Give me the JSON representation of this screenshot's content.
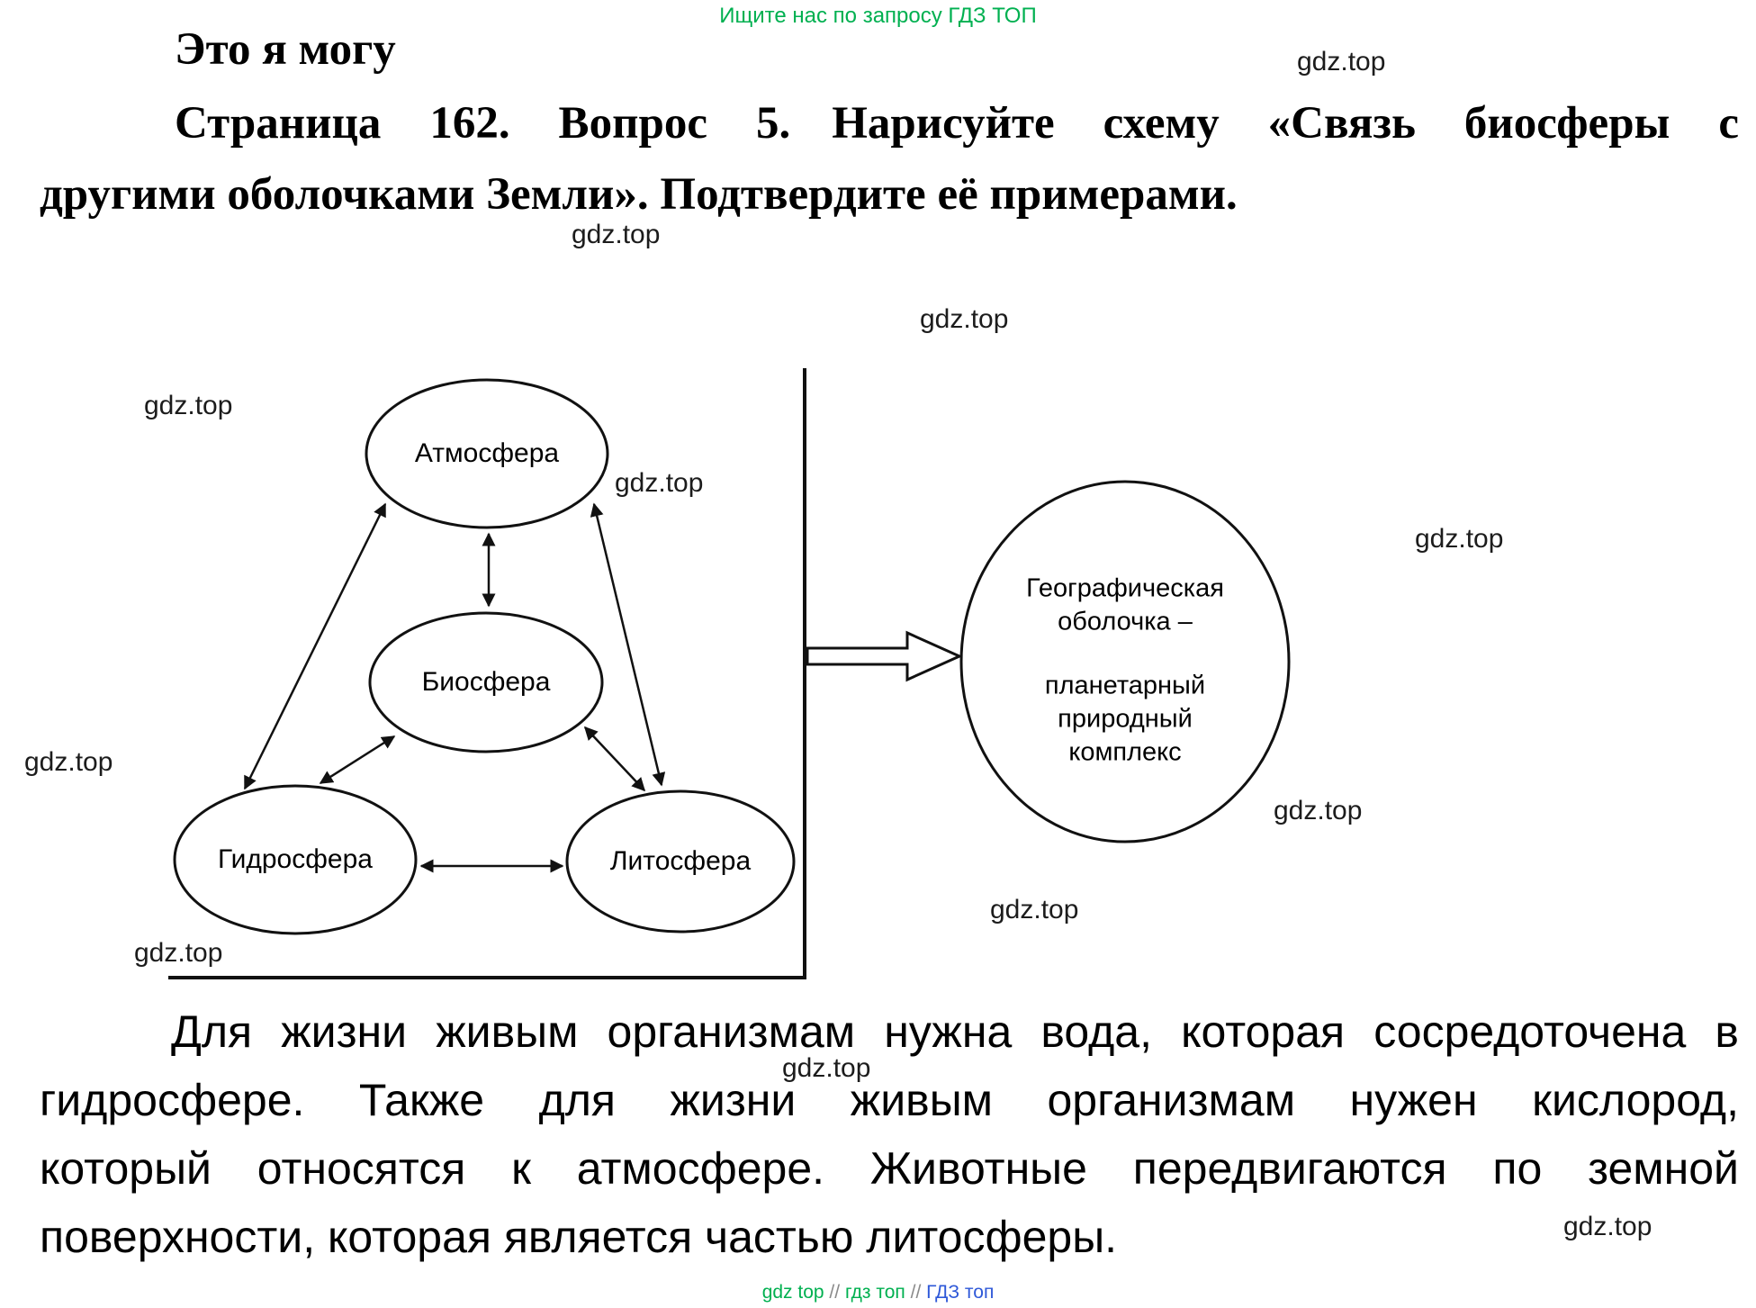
{
  "watermark": "gdz.top",
  "banner": "Ищите нас по запросу ГДЗ ТОП",
  "heading": "Это я могу",
  "question": {
    "ref": "Страница 162. Вопрос 5.",
    "task_line1": "Нарисуйте схему «Связь биосферы с",
    "line2": "другими оболочками Земли». Подтвердите её примерами."
  },
  "diagram": {
    "nodes": {
      "atmosphere": "Атмосфера",
      "biosphere": "Биосфера",
      "hydrosphere": "Гидросфера",
      "lithosphere": "Литосфера"
    },
    "result": {
      "line1": "Географическая оболочка –",
      "line2": "планетарный природный комплекс"
    }
  },
  "answer": {
    "line1": "Для жизни живым организмам нужна вода, которая сосредоточена в",
    "line2": "гидросфере. Также для жизни живым организмам нужен кислород,",
    "line3": "который относятся к атмосфере. Животные передвигаются по земной",
    "line4": "поверхности, которая является частью литосферы."
  },
  "footer": {
    "link1": "gdz top",
    "sep1": "//",
    "link2": "гдз топ",
    "sep2": "//",
    "link3": "ГДЗ топ"
  },
  "colors": {
    "accent_green": "#00b050",
    "footer_blue": "#2e58d8",
    "text": "#000000",
    "diagram_stroke": "#111111"
  }
}
